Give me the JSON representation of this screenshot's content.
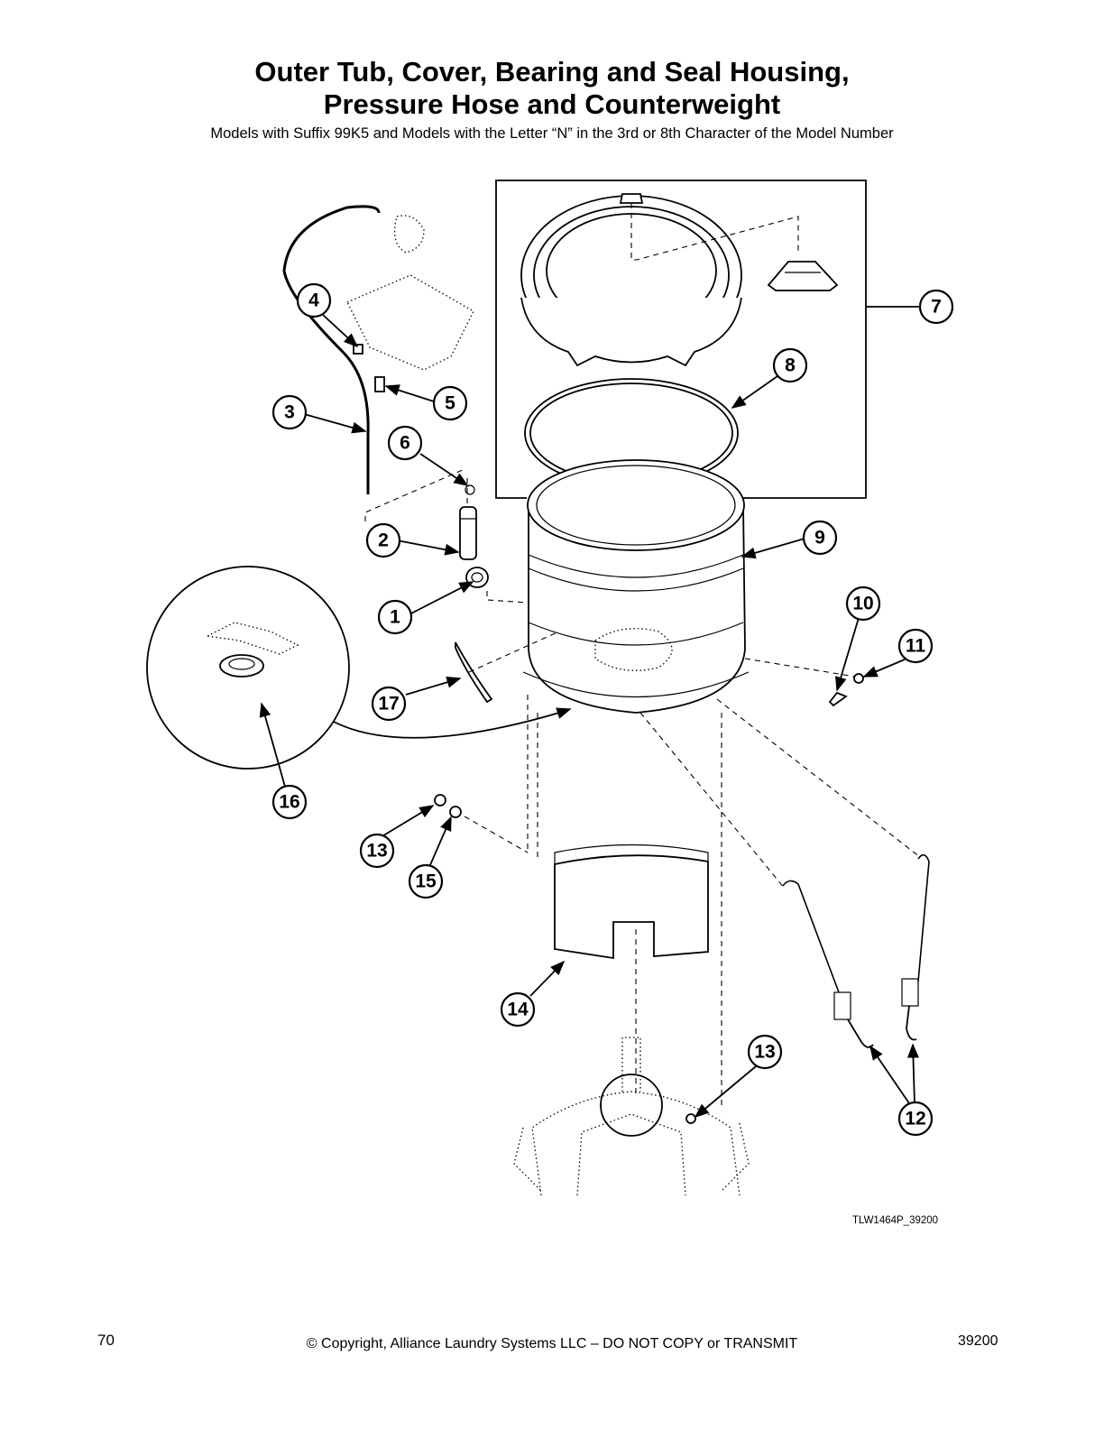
{
  "header": {
    "title_line1": "Outer Tub, Cover, Bearing and Seal Housing,",
    "title_line2": "Pressure Hose and Counterweight",
    "subtitle": "Models with Suffix 99K5 and Models with the Letter “N” in the 3rd or 8th Character of the Model Number"
  },
  "callouts": [
    {
      "id": "c1",
      "label": "1"
    },
    {
      "id": "c2",
      "label": "2"
    },
    {
      "id": "c3",
      "label": "3"
    },
    {
      "id": "c4",
      "label": "4"
    },
    {
      "id": "c5",
      "label": "5"
    },
    {
      "id": "c6",
      "label": "6"
    },
    {
      "id": "c7",
      "label": "7"
    },
    {
      "id": "c8",
      "label": "8"
    },
    {
      "id": "c9",
      "label": "9"
    },
    {
      "id": "c10",
      "label": "10"
    },
    {
      "id": "c11",
      "label": "11"
    },
    {
      "id": "c12",
      "label": "12"
    },
    {
      "id": "c13a",
      "label": "13"
    },
    {
      "id": "c13b",
      "label": "13"
    },
    {
      "id": "c14",
      "label": "14"
    },
    {
      "id": "c15",
      "label": "15"
    },
    {
      "id": "c16",
      "label": "16"
    },
    {
      "id": "c17",
      "label": "17"
    }
  ],
  "figure_ref": "TLW1464P_39200",
  "footer": {
    "page_number": "70",
    "copyright": "© Copyright, Alliance Laundry Systems LLC – DO NOT COPY or TRANSMIT",
    "doc_number": "39200"
  }
}
